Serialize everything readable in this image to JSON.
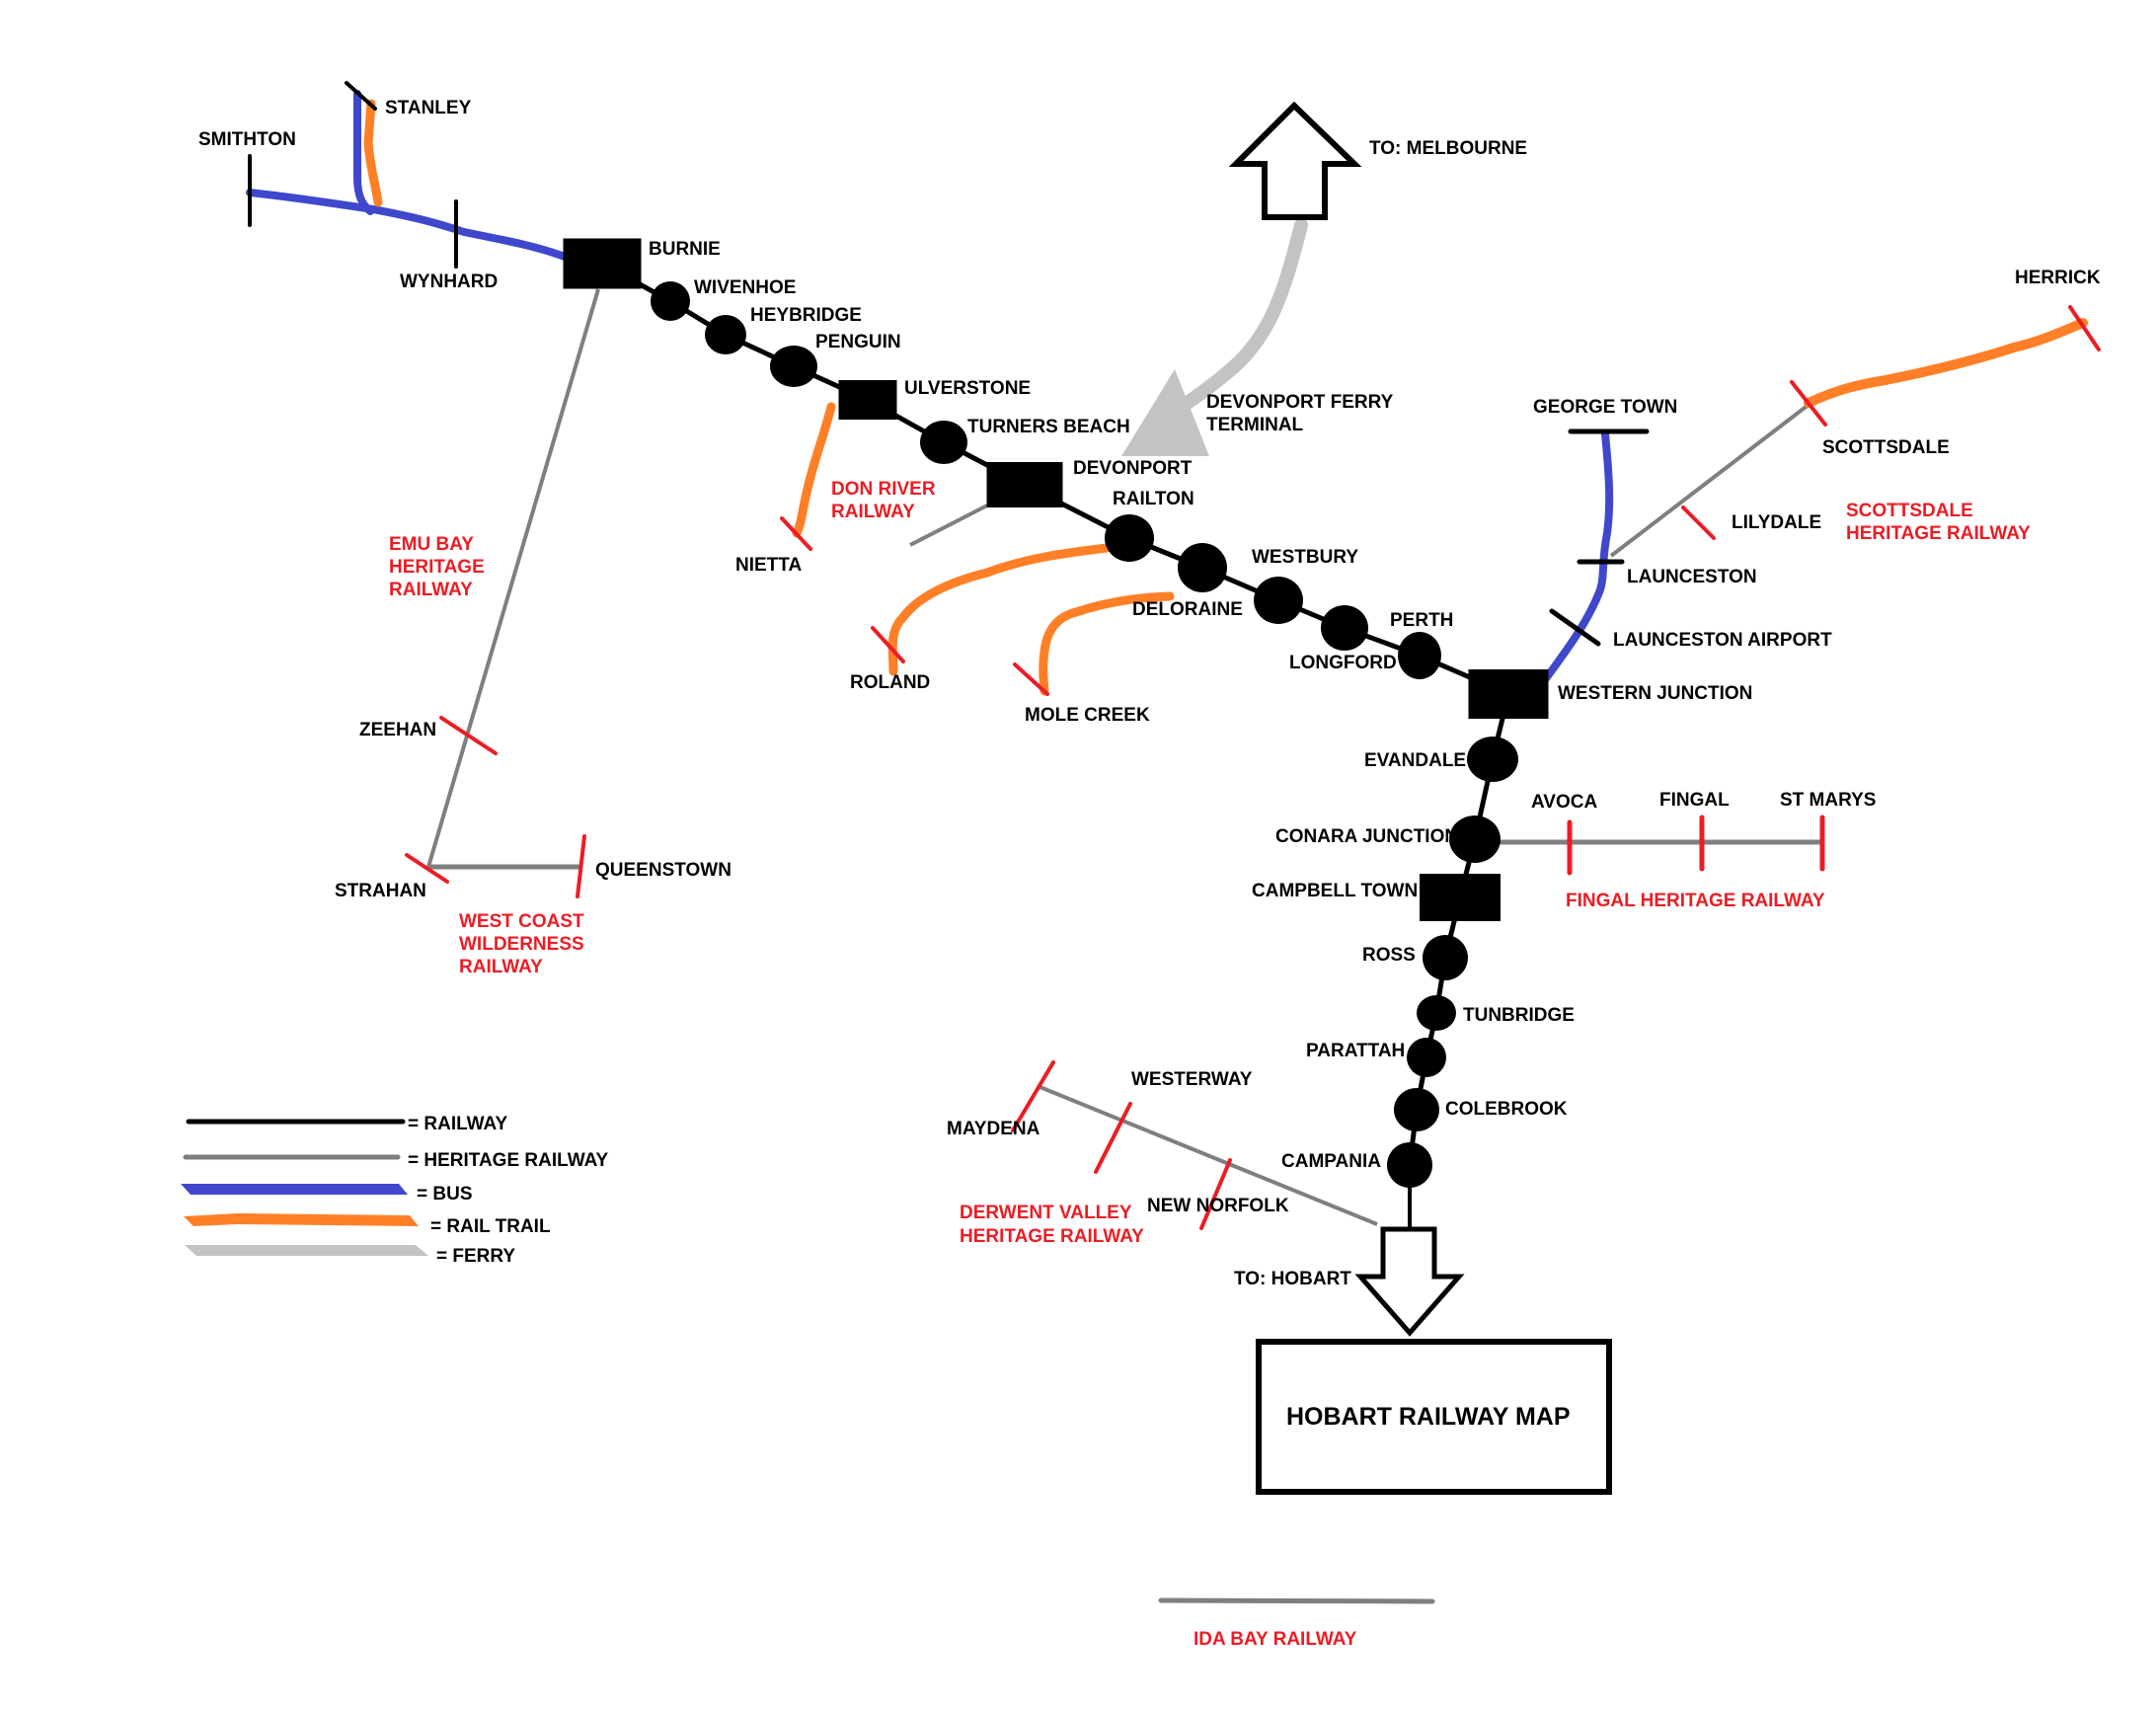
{
  "map_title": "HOBART RAILWAY MAP",
  "colors": {
    "railway": "#000000",
    "heritage": "#7f7f7f",
    "bus": "#3f48cc",
    "rail_trail": "#ff7f27",
    "ferry": "#c3c3c3",
    "heritage_stop": "#ed1c24",
    "heritage_label": "#ed1c24"
  },
  "legend": [
    {
      "key": "railway",
      "label": "= RAILWAY"
    },
    {
      "key": "heritage",
      "label": "= HERITAGE RAILWAY"
    },
    {
      "key": "bus",
      "label": "= BUS"
    },
    {
      "key": "rail_trail",
      "label": "= RAIL TRAIL"
    },
    {
      "key": "ferry",
      "label": "= FERRY"
    }
  ],
  "main_line": {
    "stations": [
      {
        "name": "BURNIE",
        "type": "major"
      },
      {
        "name": "WIVENHOE",
        "type": "minor"
      },
      {
        "name": "HEYBRIDGE",
        "type": "minor"
      },
      {
        "name": "PENGUIN",
        "type": "minor"
      },
      {
        "name": "ULVERSTONE",
        "type": "major"
      },
      {
        "name": "TURNERS BEACH",
        "type": "minor"
      },
      {
        "name": "DEVONPORT",
        "type": "major"
      },
      {
        "name": "RAILTON",
        "type": "minor"
      },
      {
        "name": "DELORAINE",
        "type": "minor"
      },
      {
        "name": "WESTBURY",
        "type": "minor"
      },
      {
        "name": "LONGFORD",
        "type": "minor"
      },
      {
        "name": "PERTH",
        "type": "minor"
      },
      {
        "name": "WESTERN JUNCTION",
        "type": "major"
      },
      {
        "name": "EVANDALE",
        "type": "minor"
      },
      {
        "name": "CONARA JUNCTION",
        "type": "minor"
      },
      {
        "name": "CAMPBELL TOWN",
        "type": "major"
      },
      {
        "name": "ROSS",
        "type": "minor"
      },
      {
        "name": "TUNBRIDGE",
        "type": "minor"
      },
      {
        "name": "PARATTAH",
        "type": "minor"
      },
      {
        "name": "COLEBROOK",
        "type": "minor"
      },
      {
        "name": "CAMPANIA",
        "type": "minor"
      }
    ]
  },
  "bus_routes": {
    "north_west": [
      "SMITHTON",
      "STANLEY",
      "WYNHARD",
      "BURNIE"
    ],
    "launceston": [
      "GEORGE TOWN",
      "LAUNCESTON",
      "LAUNCESTON AIRPORT",
      "WESTERN JUNCTION"
    ]
  },
  "rail_trails": [
    {
      "from": "STANLEY",
      "to": "bus route"
    },
    {
      "from": "ULVERSTONE",
      "to": "NIETTA"
    },
    {
      "from": "RAILTON",
      "to": "ROLAND"
    },
    {
      "from": "DELORAINE",
      "to": "MOLE CREEK"
    },
    {
      "from": "SCOTTSDALE",
      "to": "HERRICK"
    }
  ],
  "heritage_railways": [
    {
      "name": "EMU BAY HERITAGE RAILWAY",
      "lines": [
        "EMU BAY",
        "HERITAGE",
        "RAILWAY"
      ],
      "stops": [
        "BURNIE",
        "ZEEHAN",
        "STRAHAN"
      ]
    },
    {
      "name": "WEST COAST WILDERNESS RAILWAY",
      "lines": [
        "WEST COAST",
        "WILDERNESS",
        "RAILWAY"
      ],
      "stops": [
        "STRAHAN",
        "QUEENSTOWN"
      ]
    },
    {
      "name": "DON RIVER RAILWAY",
      "lines": [
        "DON RIVER",
        "RAILWAY"
      ],
      "stops": [
        "DEVONPORT"
      ]
    },
    {
      "name": "SCOTTSDALE HERITAGE RAILWAY",
      "lines": [
        "SCOTTSDALE",
        "HERITAGE RAILWAY"
      ],
      "stops": [
        "LAUNCESTON",
        "LILYDALE",
        "SCOTTSDALE"
      ]
    },
    {
      "name": "FINGAL HERITAGE RAILWAY",
      "lines": [
        "FINGAL HERITAGE RAILWAY"
      ],
      "stops": [
        "CONARA JUNCTION",
        "AVOCA",
        "FINGAL",
        "ST MARYS"
      ]
    },
    {
      "name": "DERWENT VALLEY HERITAGE RAILWAY",
      "lines": [
        "DERWENT VALLEY",
        "HERITAGE RAILWAY"
      ],
      "stops": [
        "MAYDENA",
        "WESTERWAY",
        "NEW NORFOLK"
      ]
    },
    {
      "name": "IDA BAY RAILWAY",
      "lines": [
        "IDA BAY RAILWAY"
      ],
      "stops": []
    }
  ],
  "places": {
    "smithton": "SMITHTON",
    "stanley": "STANLEY",
    "wynhard": "WYNHARD",
    "zeehan": "ZEEHAN",
    "strahan": "STRAHAN",
    "queenstown": "QUEENSTOWN",
    "nietta": "NIETTA",
    "roland": "ROLAND",
    "mole_creek": "MOLE CREEK",
    "george_town": "GEORGE TOWN",
    "launceston": "LAUNCESTON",
    "launceston_airport": "LAUNCESTON AIRPORT",
    "lilydale": "LILYDALE",
    "scottsdale": "SCOTTSDALE",
    "herrick": "HERRICK",
    "avoca": "AVOCA",
    "fingal": "FINGAL",
    "st_marys": "ST MARYS",
    "maydena": "MAYDENA",
    "westerway": "WESTERWAY",
    "new_norfolk": "NEW NORFOLK"
  },
  "ferry": {
    "terminal_line1": "DEVONPORT FERRY",
    "terminal_line2": "TERMINAL",
    "destination": "TO: MELBOURNE"
  },
  "to_hobart": "TO: HOBART"
}
